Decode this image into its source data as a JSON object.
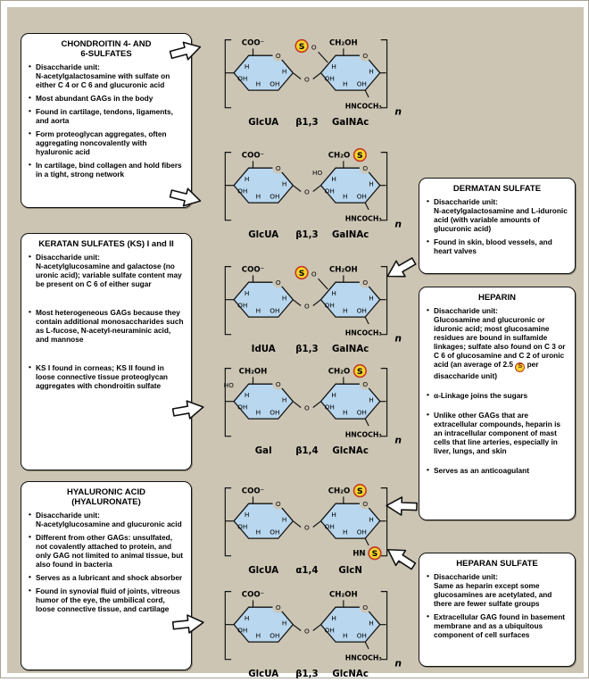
{
  "colors": {
    "background": "#ccc5b3",
    "box_background": "#ffffff",
    "ring_fill": "#b9d7ee",
    "sulfate_fill": "#f6d42e",
    "sulfate_border": "#c5341f",
    "text": "#000000"
  },
  "ring_common": {
    "oxygen": "O",
    "h": "H",
    "oh": "OH",
    "ho": "HO",
    "s": "S",
    "n": "n"
  },
  "boxes": [
    {
      "id": "chondroitin",
      "title": "CHONDROITIN 4- AND\n6-SULFATES",
      "bullets": [
        "Disaccharide unit:\nN-acetylgalactosamine with sulfate on either C 4 or C 6 and glucuronic acid",
        "Most abundant GAGs in the body",
        "Found in cartilage, tendons, ligaments, and aorta",
        "Form proteoglycan aggregates, often aggregating noncovalently with hyaluronic acid",
        "In cartilage, bind collagen and hold fibers in a tight, strong network"
      ]
    },
    {
      "id": "keratan",
      "title": "KERATAN SULFATES (KS) I and II",
      "bullets": [
        "Disaccharide unit:\nN-acetylglucosamine and galactose (no uronic acid); variable sulfate content may be present on C 6 of either sugar",
        "Most heterogeneous GAGs because they contain additional monosaccharides such as L-fucose, N-acetyl-neuraminic acid, and mannose",
        "KS I found in corneas; KS II found in loose connective tissue proteoglycan aggregates with chondroitin sulfate"
      ]
    },
    {
      "id": "hyaluronic",
      "title": "HYALURONIC ACID\n(HYALURONATE)",
      "bullets": [
        "Disaccharide unit:\nN-acetylglucosamine and glucuronic acid",
        "Different from other GAGs: unsulfated, not covalently attached to protein, and only GAG not limited to animal tissue, but also found in bacteria",
        "Serves as a lubricant and shock absorber",
        "Found in synovial fluid of joints, vitreous humor of the eye, the umbilical cord, loose connective tissue, and cartilage"
      ]
    },
    {
      "id": "dermatan",
      "title": "DERMATAN SULFATE",
      "bullets": [
        "Disaccharide unit:\nN-acetylgalactosamine and L-iduronic acid (with variable amounts of glucuronic acid)",
        "Found in skin, blood vessels, and heart valves"
      ]
    },
    {
      "id": "heparin",
      "title": "HEPARIN",
      "bullets": [
        "Disaccharide unit:\nGlucosamine and glucuronic or iduronic acid; most glucosamine residues are bound in sulfamide linkages; sulfate also found on C 3 or C 6 of glucosamine and C 2 of uronic acid (an average of 2.5 [S] per disaccharide unit)",
        "α-Linkage joins the sugars",
        "Unlike other GAGs that are extracellular compounds, heparin is an intracellular component of mast cells that line arteries, especially in liver, lungs, and skin",
        "Serves as an anticoagulant"
      ]
    },
    {
      "id": "heparan",
      "title": "HEPARAN SULFATE",
      "bullets": [
        "Disaccharide unit:\nSame as heparin except some glucosamines are acetylated, and there are fewer sulfate groups",
        "Extracellular GAG found in basement membrane and as a ubiquitous component of cell surfaces"
      ]
    }
  ],
  "structures": [
    {
      "id": "chondroitin-4-sulfate",
      "left_top": "COO⁻",
      "left_ho": false,
      "mid_sulfate": true,
      "right_top": "CH₂OH",
      "right_top_sulfate": false,
      "right_ho": false,
      "right_bottom": "HNCOCH₃",
      "right_bottom_sulfate": false,
      "left_name": "GlcUA",
      "linkage": "β1,3",
      "right_name": "GalNAc"
    },
    {
      "id": "chondroitin-6-sulfate",
      "left_top": "COO⁻",
      "left_ho": false,
      "mid_sulfate": false,
      "right_top": "CH₂O",
      "right_top_sulfate": true,
      "right_ho": true,
      "right_bottom": "HNCOCH₃",
      "right_bottom_sulfate": false,
      "left_name": "GlcUA",
      "linkage": "β1,3",
      "right_name": "GalNAc"
    },
    {
      "id": "dermatan-sulfate",
      "left_top": "COO⁻",
      "left_ho": false,
      "mid_sulfate": true,
      "right_top": "CH₂OH",
      "right_top_sulfate": false,
      "right_ho": false,
      "right_bottom": "HNCOCH₃",
      "right_bottom_sulfate": false,
      "left_name": "IdUA",
      "linkage": "β1,3",
      "right_name": "GalNAc"
    },
    {
      "id": "keratan-sulfate",
      "left_top": "CH₂OH",
      "left_ho": true,
      "mid_sulfate": false,
      "right_top": "CH₂O",
      "right_top_sulfate": true,
      "right_ho": false,
      "right_bottom": "HNCOCH₃",
      "right_bottom_sulfate": false,
      "left_name": "Gal",
      "linkage": "β1,4",
      "right_name": "GlcNAc"
    },
    {
      "id": "heparin",
      "left_top": "COO⁻",
      "left_ho": false,
      "mid_sulfate": false,
      "right_top": "CH₂O",
      "right_top_sulfate": true,
      "right_ho": false,
      "right_bottom": "HN",
      "right_bottom_sulfate": true,
      "left_name": "GlcUA",
      "linkage": "α1,4",
      "right_name": "GlcN"
    },
    {
      "id": "hyaluronate",
      "left_top": "COO⁻",
      "left_ho": false,
      "mid_sulfate": false,
      "right_top": "CH₂OH",
      "right_top_sulfate": false,
      "right_ho": false,
      "right_bottom": "HNCOCH₃",
      "right_bottom_sulfate": false,
      "left_name": "GlcUA",
      "linkage": "β1,3",
      "right_name": "GlcNAc"
    }
  ]
}
